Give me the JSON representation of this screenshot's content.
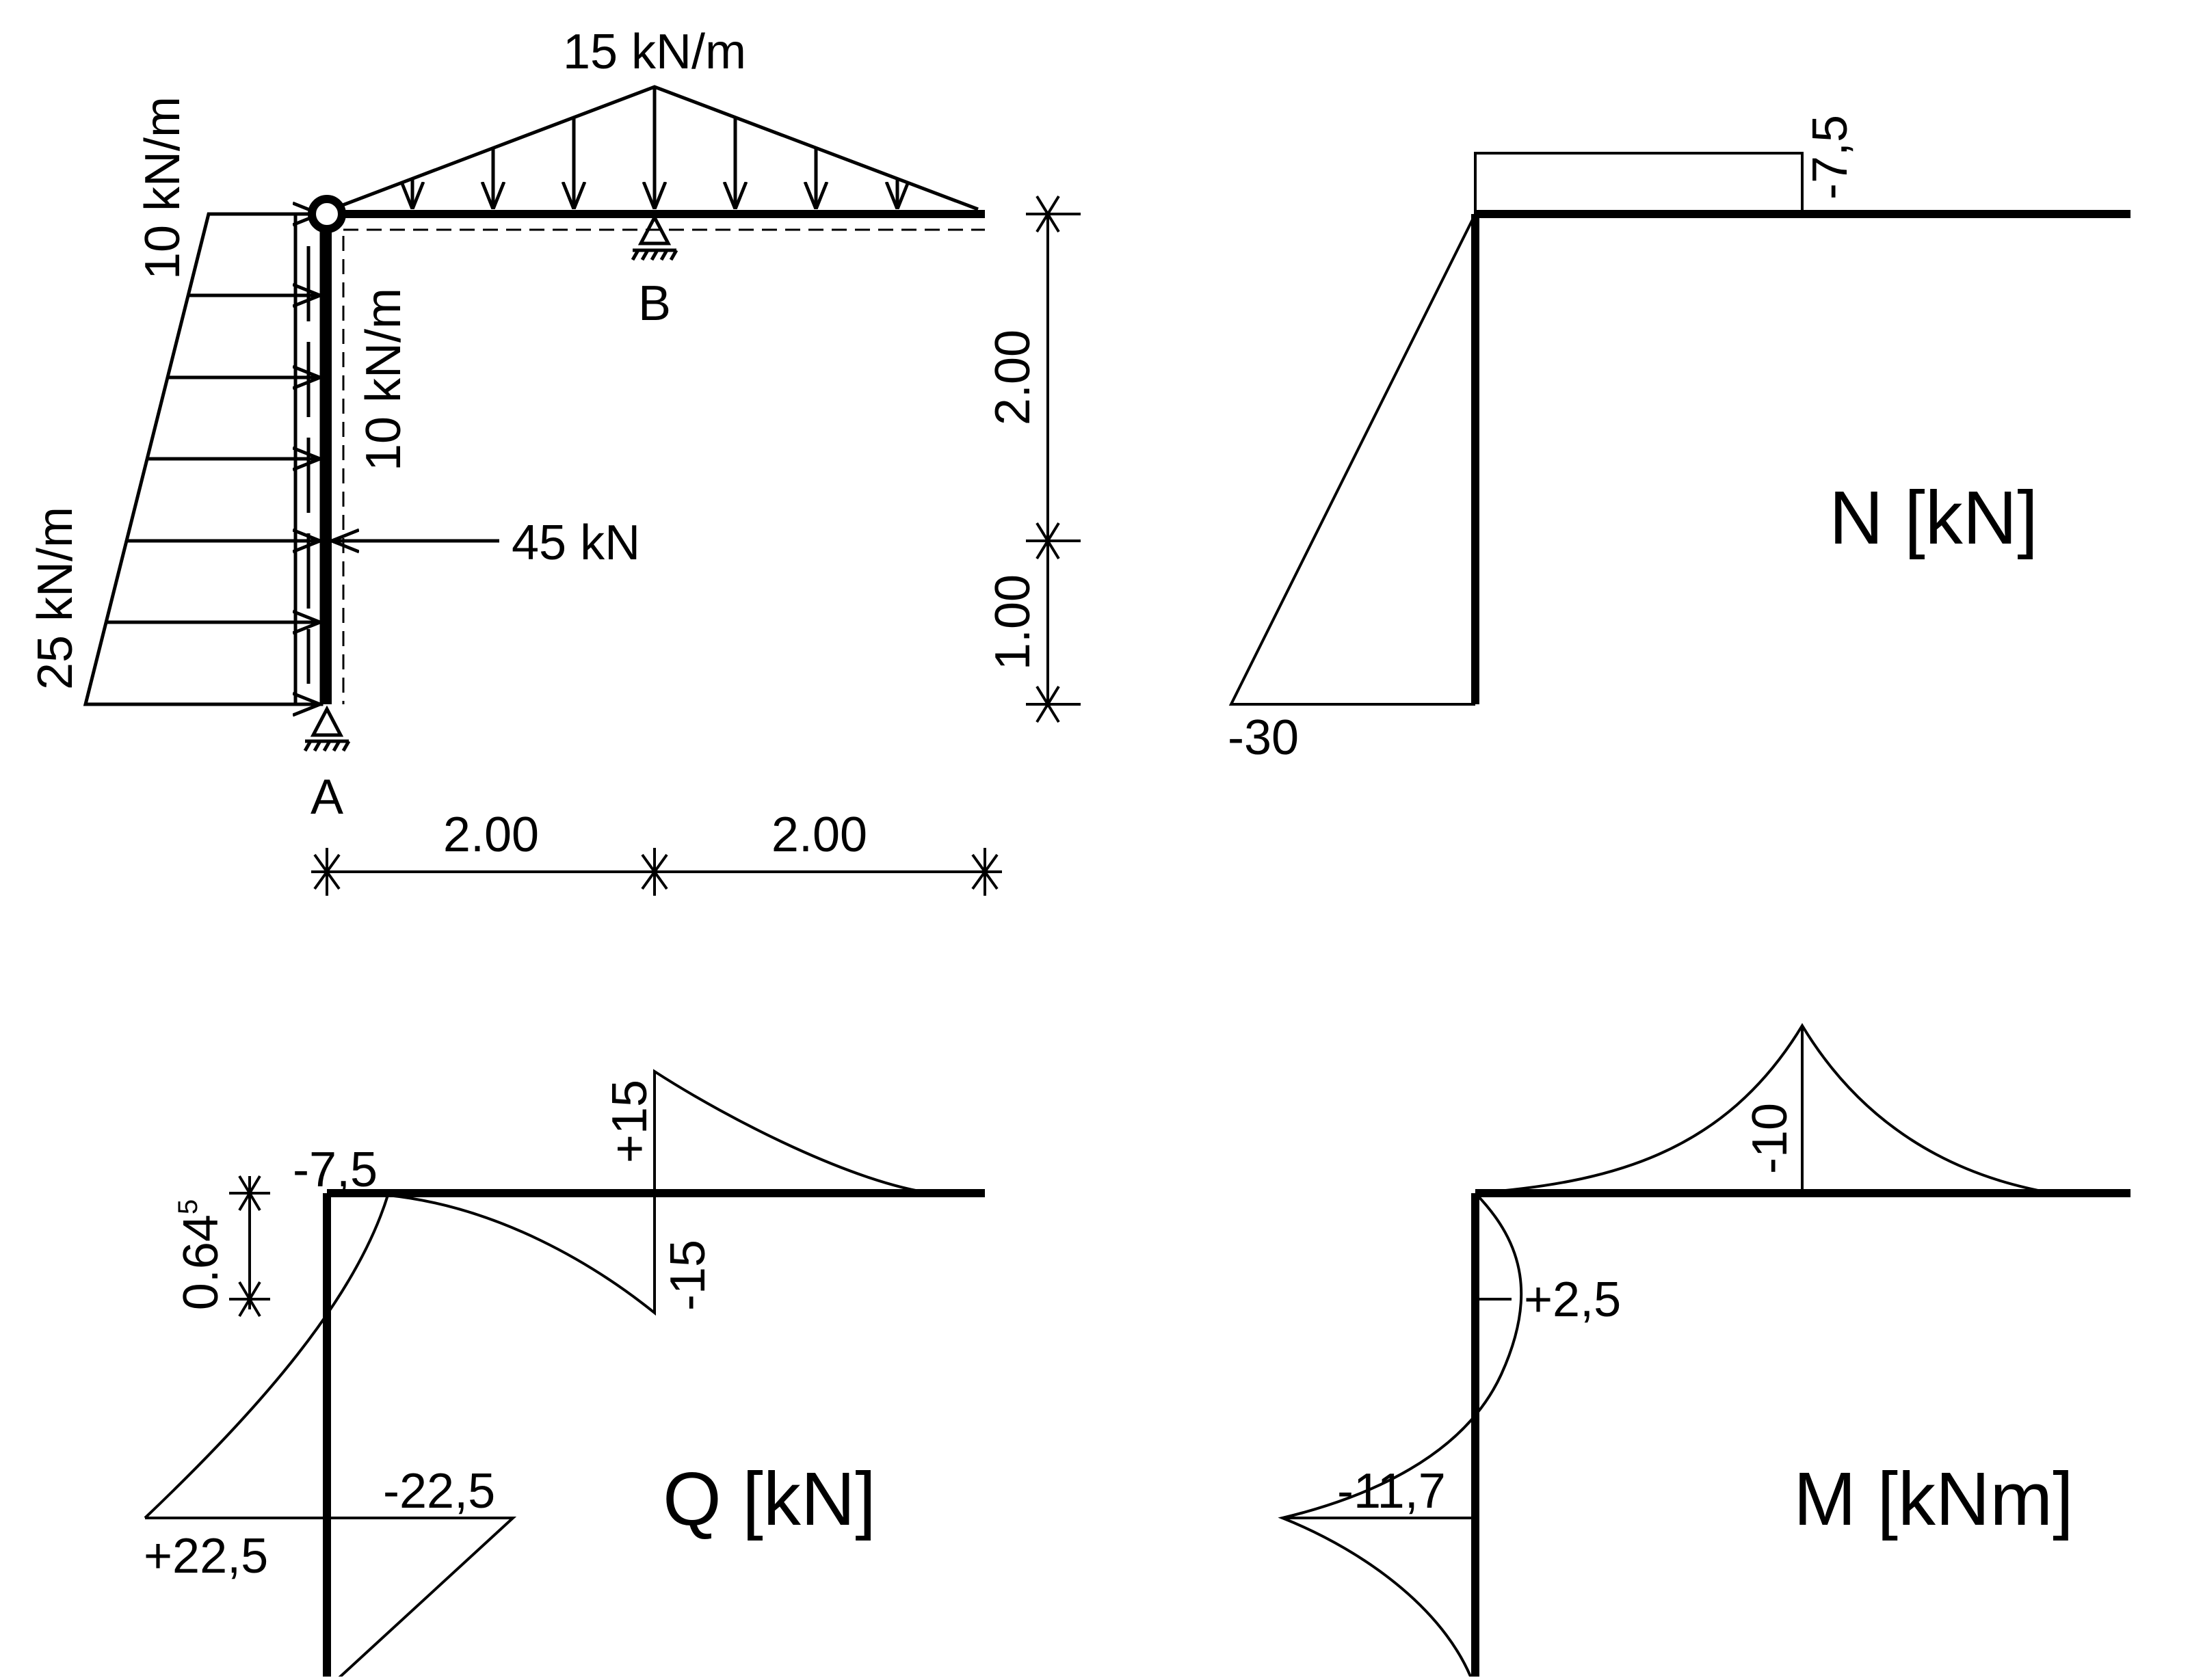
{
  "structure": {
    "loads": {
      "triangular_top": "15 kN/m",
      "left_top": "10 kN/m",
      "left_bottom": "25 kN/m",
      "column_axial": "10 kN/m",
      "point_load": "45 kN"
    },
    "supports": {
      "a": "A",
      "b": "B"
    },
    "dimensions": {
      "vertical_upper": "2.00",
      "vertical_lower": "1.00",
      "horizontal_left": "2.00",
      "horizontal_right": "2.00"
    }
  },
  "normal_force": {
    "title": "N [kN]",
    "values": {
      "beam": "-7,5",
      "column_base": "-30"
    }
  },
  "shear_force": {
    "title": "Q [kN]",
    "values": {
      "top_left": "-7,5",
      "at_b_top": "+15",
      "at_b_bottom": "-15",
      "left_base": "+22,5",
      "right_base": "-22,5"
    },
    "dimension": {
      "main": "0.64",
      "sup": "5"
    }
  },
  "bending_moment": {
    "title": "M [kNm]",
    "values": {
      "at_b": "-10",
      "column_max": "+2,5",
      "column_min": "-11,7"
    }
  }
}
